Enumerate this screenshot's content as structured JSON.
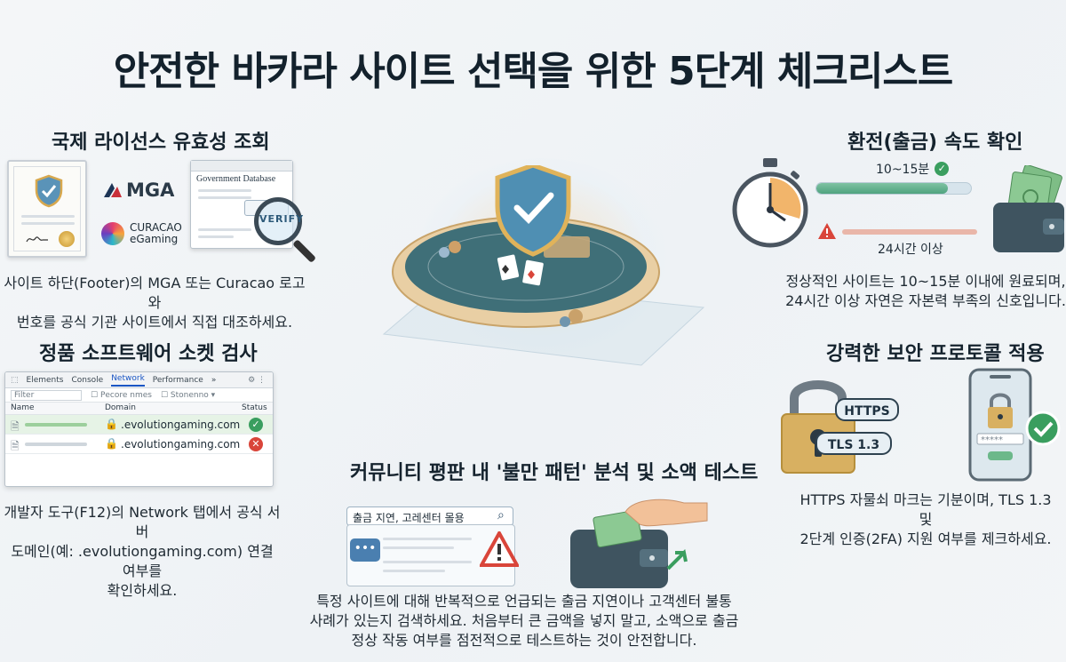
{
  "title": "안전한 바카라 사이트 선택을 위한 5단계 체크리스트",
  "license": {
    "heading": "국제 라이선스 유효성 조회",
    "gov_label": "Government Database",
    "verify_label": "VERIFY",
    "mga_label": "MGA",
    "curacao_line1": "CURACAO",
    "curacao_line2": "eGaming",
    "desc_line1": "사이트 하단(Footer)의 MGA 또는 Curacao 로고와",
    "desc_line2": "번호를 공식 기관 사이트에서 직접 대조하세요."
  },
  "software": {
    "heading": "정품 소프트웨어 소켓 검사",
    "tabs": [
      "Elements",
      "Console",
      "Network",
      "Performance",
      "»"
    ],
    "active_tab": "Network",
    "filter_label": "Filter",
    "preserve_label": "Рecore nmes",
    "throttle_label": "Stonenno",
    "col_name": "Name",
    "col_domain": "Domain",
    "col_status": "Status",
    "rows": [
      {
        "domain": ".evolutiongaming.com",
        "ok": true
      },
      {
        "domain": ".evolutiongaming.com",
        "ok": false
      }
    ],
    "desc_line1": "개발자 도구(F12)의 Network 탭에서 공식 서버",
    "desc_line2": "도메인(예: .evolutiongaming.com) 연결 여부를",
    "desc_line3": "확인하세요."
  },
  "withdraw": {
    "heading": "환전(출금) 속도 확인",
    "fast_label": "10~15분",
    "slow_label": "24시간 이상",
    "fast_progress": 0.85,
    "desc_line1": "정상적인 사이트는 10~15분 이내에 원료되며,",
    "desc_line2": "24시간 이상 자연은 자본력 부족의 신호입니다."
  },
  "security": {
    "heading": "강력한 보안 프로토콜 적용",
    "https_label": "HTTPS",
    "tls_label": "TLS 1.3",
    "desc_line1": "HTTPS 자물쇠 마크는 기분이며, TLS 1.3 및",
    "desc_line2": "2단계 인증(2FA) 지원 여부를 제크하세요."
  },
  "community": {
    "heading": "커뮤니티 평판 내 '불만 패턴' 분석 및 소액 테스트",
    "search_text": "출금 지연, 고레센터 몰용",
    "desc_line1": "특정 사이트에 대해 반복적으로 언급되는 출금 지연이나 고객센터 불통",
    "desc_line2": "사례가 있는지 검색하세요. 처음부터 큰 금액을 넣지 말고, 소액으로 출금",
    "desc_line3": "정상 작동 여부를 점전적으로 테스트하는 것이 안전합니다."
  },
  "colors": {
    "accent_green": "#3a9e5f",
    "warning_red": "#d9453a",
    "shield_blue": "#4f8fb3",
    "gold": "#e0b35a"
  }
}
